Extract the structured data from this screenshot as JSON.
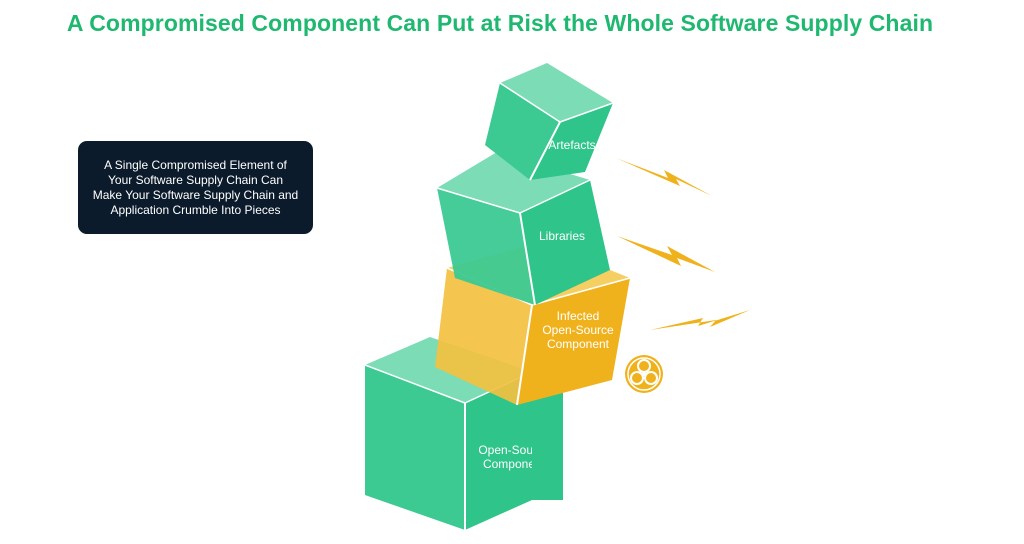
{
  "title": "A Compromised Component Can Put at Risk the Whole Software Supply Chain",
  "callout": {
    "text": "A Single Compromised Element of Your Software Supply Chain Can Make Your Software Supply Chain and Application Crumble Into Pieces"
  },
  "blocks": {
    "artefacts": {
      "label": "Artefacts"
    },
    "libraries": {
      "label": "Libraries"
    },
    "infected": {
      "line1": "Infected",
      "line2": "Open-Source",
      "line3": "Component"
    },
    "base": {
      "line1": "Open-Source",
      "line2": "Component"
    }
  },
  "icons": {
    "lightning": "lightning-bolt-icon",
    "biohazard": "biohazard-icon"
  },
  "colors": {
    "title_green": "#1fb870",
    "block_green": "#2ec48a",
    "block_green_top": "#7bdcb6",
    "block_green_dark": "#16a56e",
    "infected_yellow": "#f0b21c",
    "infected_yellow_light": "#f6cc5a",
    "callout_bg": "#0c1b2b"
  }
}
